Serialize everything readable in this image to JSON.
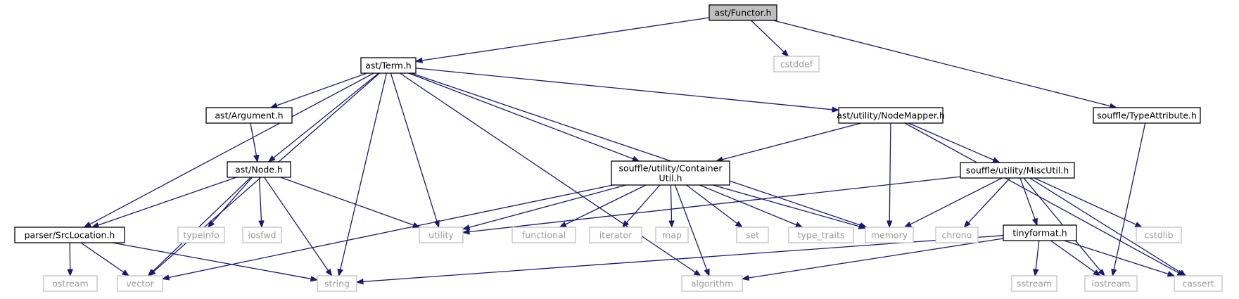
{
  "graph": {
    "nodes": [
      {
        "id": "functor",
        "label": "ast/Functor.h",
        "kind": "root"
      },
      {
        "id": "term",
        "label": "ast/Term.h",
        "kind": "main"
      },
      {
        "id": "cstddef",
        "label": "cstddef",
        "kind": "sys"
      },
      {
        "id": "argument",
        "label": "ast/Argument.h",
        "kind": "main"
      },
      {
        "id": "nodemapper",
        "label": "ast/utility/NodeMapper.h",
        "kind": "main"
      },
      {
        "id": "typeattr",
        "label": "souffle/TypeAttribute.h",
        "kind": "main"
      },
      {
        "id": "node",
        "label": "ast/Node.h",
        "kind": "main"
      },
      {
        "id": "containerutil",
        "label": "souffle/utility/Container\nUtil.h",
        "kind": "main"
      },
      {
        "id": "miscutil",
        "label": "souffle/utility/MiscUtil.h",
        "kind": "main"
      },
      {
        "id": "srcloc",
        "label": "parser/SrcLocation.h",
        "kind": "main"
      },
      {
        "id": "typeinfo",
        "label": "typeinfo",
        "kind": "sys"
      },
      {
        "id": "iosfwd",
        "label": "iosfwd",
        "kind": "sys"
      },
      {
        "id": "utility",
        "label": "utility",
        "kind": "sys"
      },
      {
        "id": "functional",
        "label": "functional",
        "kind": "sys"
      },
      {
        "id": "iterator",
        "label": "iterator",
        "kind": "sys"
      },
      {
        "id": "map",
        "label": "map",
        "kind": "sys"
      },
      {
        "id": "set",
        "label": "set",
        "kind": "sys"
      },
      {
        "id": "type_traits",
        "label": "type_traits",
        "kind": "sys"
      },
      {
        "id": "memory",
        "label": "memory",
        "kind": "sys"
      },
      {
        "id": "chrono",
        "label": "chrono",
        "kind": "sys"
      },
      {
        "id": "tinyformat",
        "label": "tinyformat.h",
        "kind": "main"
      },
      {
        "id": "cstdlib",
        "label": "cstdlib",
        "kind": "sys"
      },
      {
        "id": "ostream",
        "label": "ostream",
        "kind": "sys"
      },
      {
        "id": "vector",
        "label": "vector",
        "kind": "sys"
      },
      {
        "id": "string",
        "label": "string",
        "kind": "sys"
      },
      {
        "id": "algorithm",
        "label": "algorithm",
        "kind": "sys"
      },
      {
        "id": "sstream",
        "label": "sstream",
        "kind": "sys"
      },
      {
        "id": "iostream",
        "label": "iostream",
        "kind": "sys"
      },
      {
        "id": "cassert",
        "label": "cassert",
        "kind": "sys"
      }
    ],
    "edges": [
      [
        "functor",
        "term"
      ],
      [
        "functor",
        "cstddef"
      ],
      [
        "functor",
        "typeattr"
      ],
      [
        "term",
        "argument"
      ],
      [
        "term",
        "node"
      ],
      [
        "term",
        "nodemapper"
      ],
      [
        "term",
        "containerutil"
      ],
      [
        "term",
        "srcloc"
      ],
      [
        "term",
        "vector"
      ],
      [
        "term",
        "string"
      ],
      [
        "term",
        "utility"
      ],
      [
        "term",
        "algorithm"
      ],
      [
        "term",
        "memory"
      ],
      [
        "argument",
        "node"
      ],
      [
        "nodemapper",
        "containerutil"
      ],
      [
        "nodemapper",
        "miscutil"
      ],
      [
        "nodemapper",
        "memory"
      ],
      [
        "nodemapper",
        "cassert"
      ],
      [
        "typeattr",
        "iostream"
      ],
      [
        "node",
        "srcloc"
      ],
      [
        "node",
        "typeinfo"
      ],
      [
        "node",
        "iosfwd"
      ],
      [
        "node",
        "utility"
      ],
      [
        "node",
        "string"
      ],
      [
        "node",
        "vector"
      ],
      [
        "containerutil",
        "utility"
      ],
      [
        "containerutil",
        "functional"
      ],
      [
        "containerutil",
        "iterator"
      ],
      [
        "containerutil",
        "map"
      ],
      [
        "containerutil",
        "set"
      ],
      [
        "containerutil",
        "type_traits"
      ],
      [
        "containerutil",
        "memory"
      ],
      [
        "containerutil",
        "algorithm"
      ],
      [
        "containerutil",
        "vector"
      ],
      [
        "miscutil",
        "utility"
      ],
      [
        "miscutil",
        "memory"
      ],
      [
        "miscutil",
        "chrono"
      ],
      [
        "miscutil",
        "tinyformat"
      ],
      [
        "miscutil",
        "cstdlib"
      ],
      [
        "miscutil",
        "iostream"
      ],
      [
        "miscutil",
        "cassert"
      ],
      [
        "srcloc",
        "ostream"
      ],
      [
        "srcloc",
        "vector"
      ],
      [
        "srcloc",
        "string"
      ],
      [
        "tinyformat",
        "string"
      ],
      [
        "tinyformat",
        "algorithm"
      ],
      [
        "tinyformat",
        "sstream"
      ],
      [
        "tinyformat",
        "iostream"
      ],
      [
        "tinyformat",
        "cassert"
      ]
    ]
  }
}
